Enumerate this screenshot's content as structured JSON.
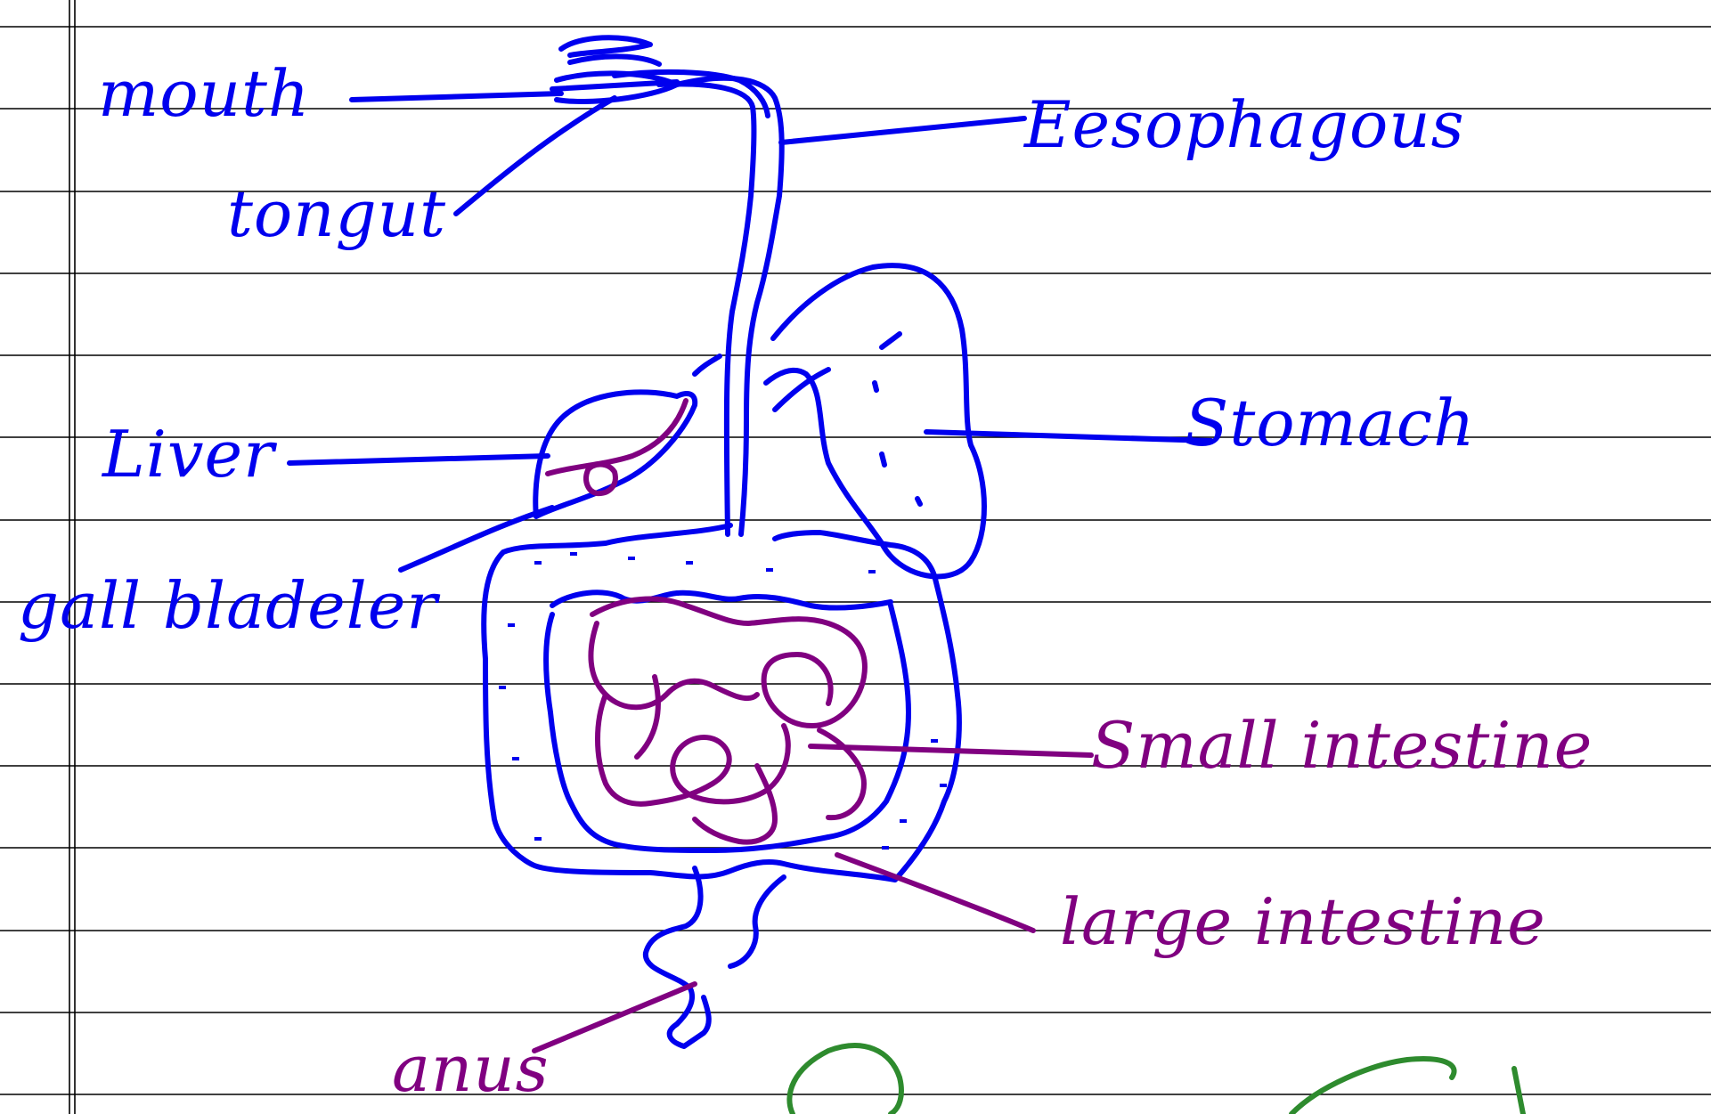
{
  "labels": {
    "mouth": "mouth",
    "tongue": "tongut",
    "esophagus": "Eesophagous",
    "stomach": "Stomach",
    "liver": "Liver",
    "gall_bladder": "gall bladeler",
    "small_intestine": "Small intestine",
    "large_intestine": "large intestine",
    "anus": "anus"
  },
  "colors": {
    "blue_ink": "#0000ee",
    "purple_ink": "#800080",
    "green_ink": "#2e8b2e",
    "ruled_lines": "#000000"
  }
}
